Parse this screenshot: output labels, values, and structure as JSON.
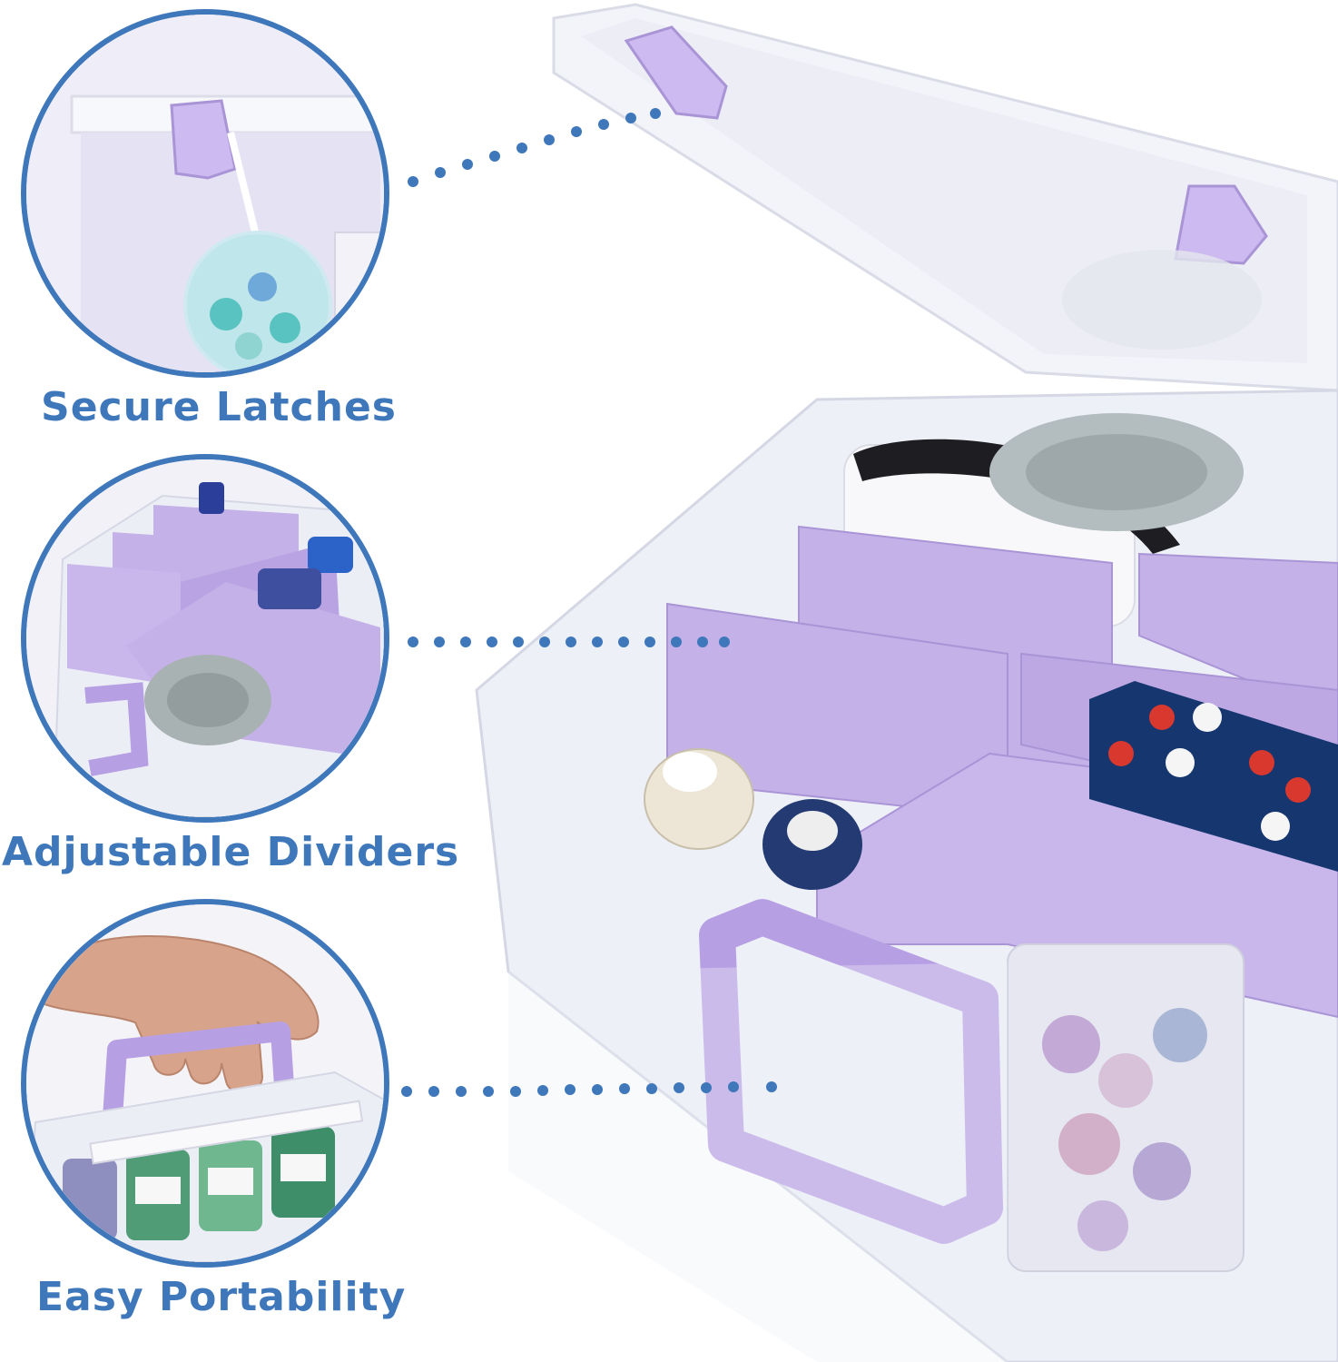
{
  "features": [
    {
      "id": "secure-latches",
      "label": "Secure Latches"
    },
    {
      "id": "adjustable-dividers",
      "label": "Adjustable Dividers"
    },
    {
      "id": "easy-portability",
      "label": "Easy Portability"
    }
  ],
  "colors": {
    "accent": "#3f77bb",
    "divider_purple": "#c4b1e8",
    "latch_purple": "#cdbaf0",
    "clear_plastic": "#eef0f7"
  }
}
